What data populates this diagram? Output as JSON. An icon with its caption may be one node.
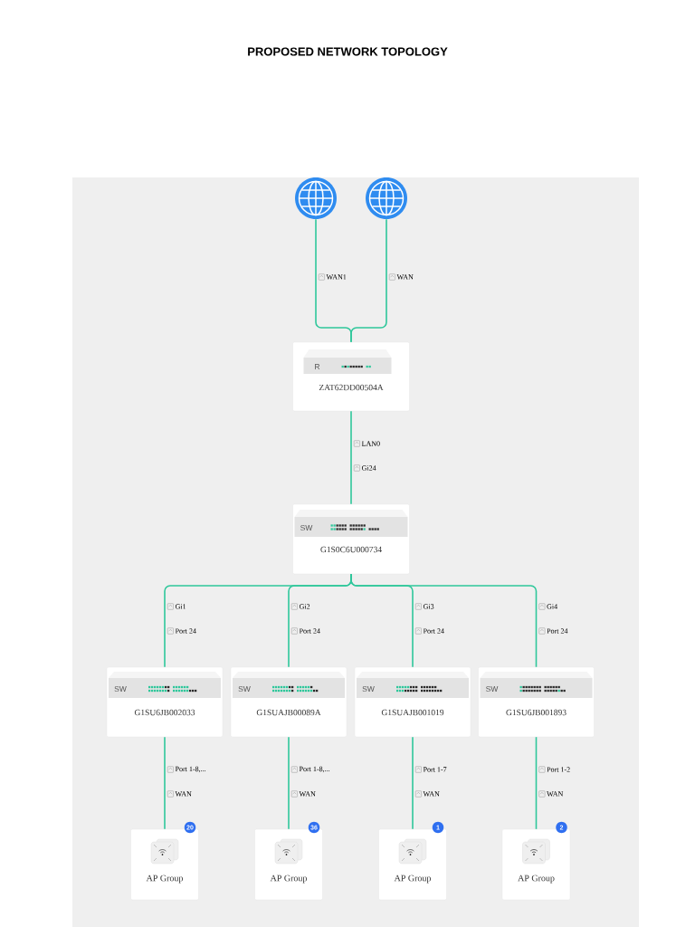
{
  "diagram": {
    "title": "PROPOSED NETWORK TOPOLOGY",
    "nodes": [
      {
        "text": [],
        "shape": "globe"
      },
      {
        "text": [],
        "shape": "globe"
      },
      {
        "text": [
          "R",
          "ZAT62DD00504A"
        ]
      },
      {
        "text": [
          "SW",
          "G1S0C6U000734"
        ]
      },
      {
        "text": [
          "SW",
          "G1SU6JB002033"
        ]
      },
      {
        "text": [
          "SW",
          "G1SUAJB00089A"
        ]
      },
      {
        "text": [
          "SW",
          "G1SUAJB001019"
        ]
      },
      {
        "text": [
          "SW",
          "G1SU6JB001893"
        ]
      },
      {
        "text": [
          "AP Group"
        ],
        "beside": [
          "20"
        ]
      },
      {
        "text": [
          "AP Group"
        ],
        "beside": [
          "36"
        ]
      },
      {
        "text": [
          "AP Group"
        ],
        "beside": [
          "1"
        ]
      },
      {
        "text": [
          "AP Group"
        ],
        "beside": [
          "2"
        ]
      }
    ],
    "edges": [
      {
        "from": 0,
        "to": 2,
        "arrow": "none",
        "label": "WAN1"
      },
      {
        "from": 1,
        "to": 2,
        "arrow": "none",
        "label": "WAN"
      },
      {
        "from": 2,
        "to": 3,
        "arrow": "none",
        "label": [
          "LAN0",
          "Gi24"
        ]
      },
      {
        "from": 3,
        "to": 4,
        "arrow": "none",
        "label": [
          "Gi1",
          "Port 24"
        ]
      },
      {
        "from": 3,
        "to": 5,
        "arrow": "none",
        "label": [
          "Gi2",
          "Port 24"
        ]
      },
      {
        "from": 3,
        "to": 6,
        "arrow": "none",
        "label": [
          "Gi3",
          "Port 24"
        ]
      },
      {
        "from": 3,
        "to": 7,
        "arrow": "none",
        "label": [
          "Gi4",
          "Port 24"
        ]
      },
      {
        "from": 4,
        "to": 8,
        "arrow": "none",
        "label": [
          "Port 1-8,...",
          "WAN"
        ]
      },
      {
        "from": 5,
        "to": 9,
        "arrow": "none",
        "label": [
          "Port 1-8,...",
          "WAN"
        ]
      },
      {
        "from": 6,
        "to": 10,
        "arrow": "none",
        "label": [
          "Port 1-7",
          "WAN"
        ]
      },
      {
        "from": 7,
        "to": 11,
        "arrow": "none",
        "label": [
          "Port 1-2",
          "WAN"
        ]
      }
    ]
  }
}
